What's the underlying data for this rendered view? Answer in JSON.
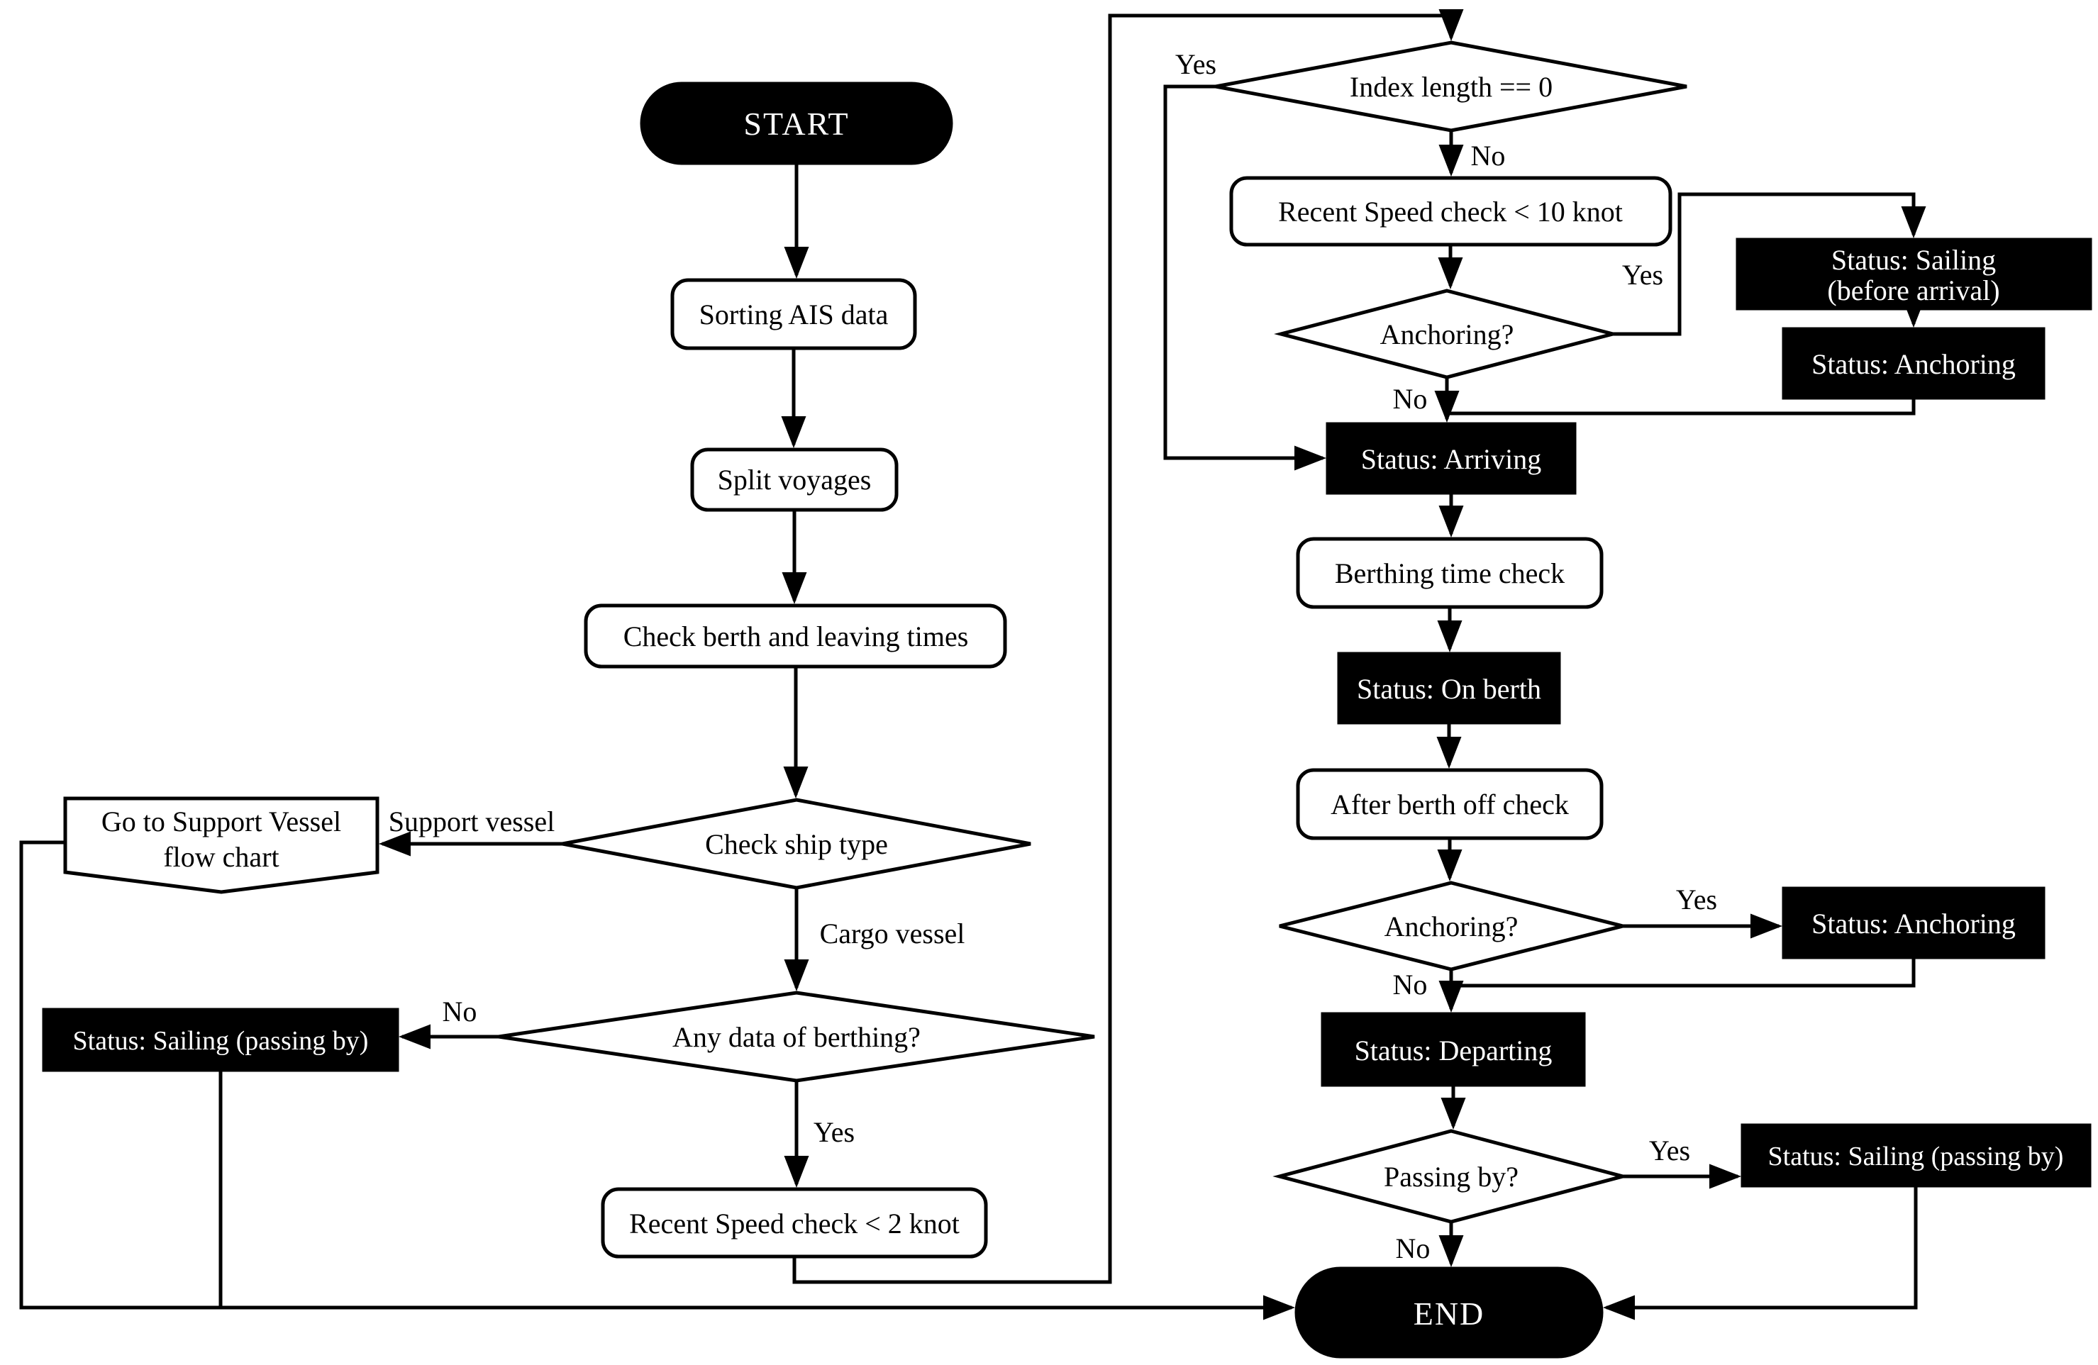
{
  "diagram": {
    "type": "flowchart",
    "background_color": "#ffffff",
    "line_color": "#000000",
    "filled_node_color": "#000000",
    "filled_node_text_color": "#ffffff",
    "outline_node_fill": "#ffffff",
    "outline_node_text_color": "#000000"
  },
  "nodes": {
    "start": "START",
    "sorting": "Sorting AIS data",
    "split": "Split voyages",
    "check_berth": "Check berth and leaving times",
    "check_ship_type": "Check ship type",
    "go_support": [
      "Go to Support Vessel",
      "flow chart"
    ],
    "any_berthing": "Any data of berthing?",
    "sailing_passing_left": "Status: Sailing (passing by)",
    "recent_speed_2": "Recent Speed check < 2 knot",
    "index_length": "Index length == 0",
    "recent_speed_10": "Recent Speed check < 10 knot",
    "anchoring_check_1": "Anchoring?",
    "sailing_before": [
      "Status: Sailing",
      "(before arrival)"
    ],
    "status_anchoring_1": "Status: Anchoring",
    "status_arriving": "Status: Arriving",
    "berthing_time_check": "Berthing time check",
    "status_on_berth": "Status: On berth",
    "after_berth_off_check": "After berth off check",
    "anchoring_check_2": "Anchoring?",
    "status_anchoring_2": "Status: Anchoring",
    "status_departing": "Status: Departing",
    "passing_by_check": "Passing by?",
    "sailing_passing_right": "Status: Sailing (passing by)",
    "end": "END"
  },
  "edge_labels": {
    "support_vessel": "Support vessel",
    "cargo_vessel": "Cargo vessel",
    "any_berthing_no": "No",
    "any_berthing_yes": "Yes",
    "index_yes": "Yes",
    "index_no": "No",
    "anchoring_1_yes": "Yes",
    "anchoring_1_no": "No",
    "anchoring_2_yes": "Yes",
    "anchoring_2_no": "No",
    "passing_by_yes": "Yes",
    "passing_by_no": "No"
  }
}
